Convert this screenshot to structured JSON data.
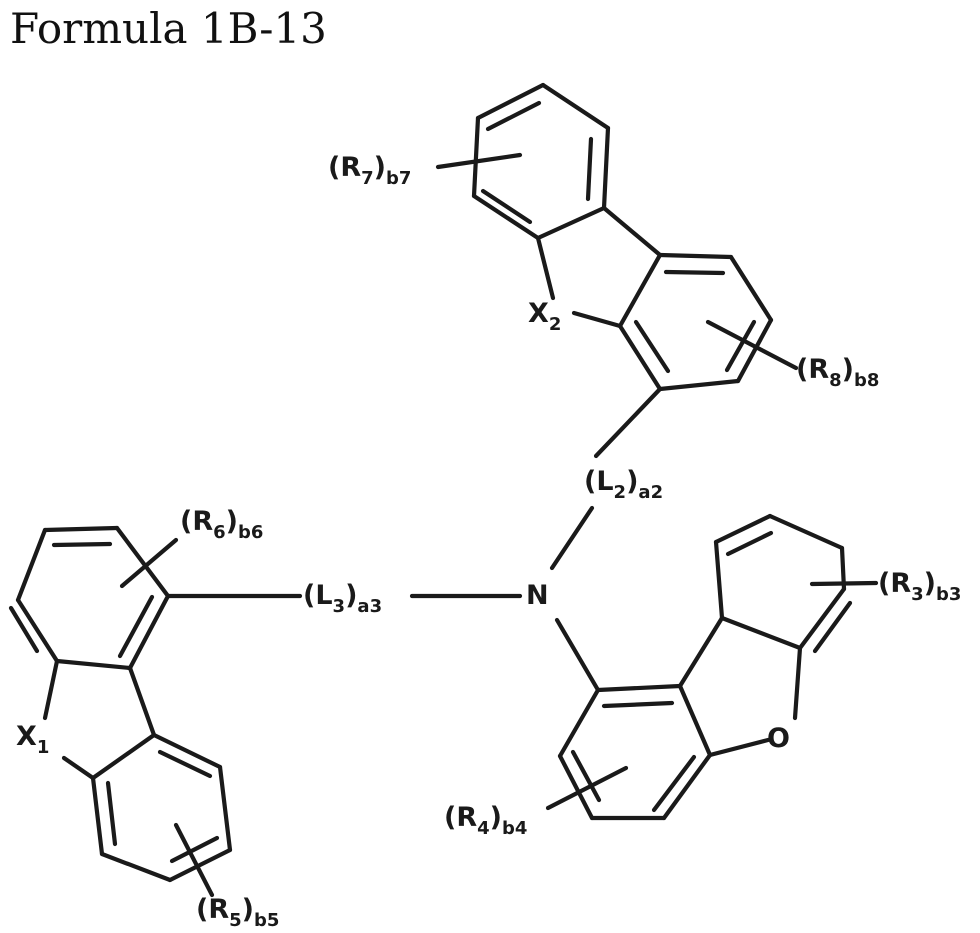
{
  "title": "Formula 1B-13",
  "atoms": {
    "n": "N",
    "o": "O"
  },
  "labels": {
    "x2": {
      "main": "X",
      "sub": "2"
    },
    "x1": {
      "main": "X",
      "sub": "1"
    },
    "r7": {
      "open": "(R",
      "sub1": "7",
      "close": ")",
      "sub2": "b7"
    },
    "r8": {
      "open": "(R",
      "sub1": "8",
      "close": ")",
      "sub2": "b8"
    },
    "l2": {
      "open": "(L",
      "sub1": "2",
      "close": ")",
      "sub2": "a2"
    },
    "l3": {
      "open": "(L",
      "sub1": "3",
      "close": ")",
      "sub2": "a3"
    },
    "r6": {
      "open": "(R",
      "sub1": "6",
      "close": ")",
      "sub2": "b6"
    },
    "r3": {
      "open": "(R",
      "sub1": "3",
      "close": ")",
      "sub2": "b3"
    },
    "r4": {
      "open": "(R",
      "sub1": "4",
      "close": ")",
      "sub2": "b4"
    },
    "r5": {
      "open": "(R",
      "sub1": "5",
      "close": ")",
      "sub2": "b5"
    }
  }
}
